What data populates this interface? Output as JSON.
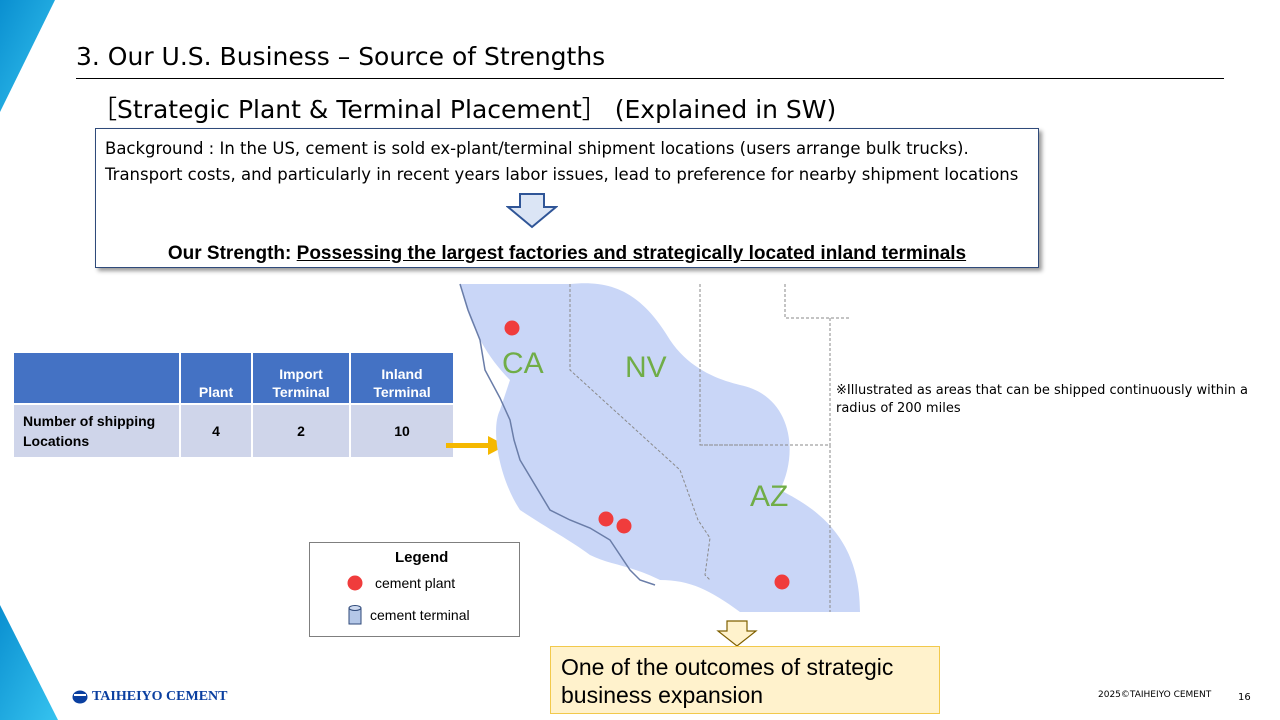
{
  "header": {
    "title": "3. Our U.S. Business – Source of Strengths",
    "subtitle": "［Strategic Plant & Terminal Placement］ (Explained in SW)"
  },
  "background_box": {
    "text": "Background : In the US, cement is sold ex-plant/terminal shipment locations (users arrange bulk trucks). Transport costs, and particularly in recent years labor issues, lead to preference for nearby shipment locations",
    "strength_label": "Our Strength: ",
    "strength_text": "Possessing the largest factories and strategically located inland terminals"
  },
  "table": {
    "headers": [
      "",
      "Plant",
      "Import Terminal",
      "Inland Terminal"
    ],
    "row_label": "Number  of shipping Locations",
    "values": [
      "4",
      "2",
      "10"
    ]
  },
  "map": {
    "states": [
      "CA",
      "NV",
      "AZ"
    ],
    "note": "※Illustrated as areas that can be shipped continuously within a radius of 200 miles"
  },
  "legend": {
    "title": "Legend",
    "plant": "cement plant",
    "terminal": "cement terminal"
  },
  "outcome": "One of the outcomes of strategic business expansion",
  "footer": {
    "logo": "TAIHEIYO CEMENT",
    "copyright": "2025©TAIHEIYO CEMENT",
    "page": "16"
  },
  "colors": {
    "accent": "#4472c4",
    "map_fill": "#c9d6f7",
    "plant": "#f03c3c",
    "state_label": "#70ad47"
  }
}
